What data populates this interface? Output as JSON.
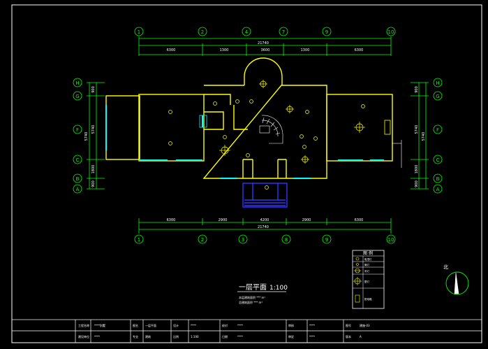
{
  "colors": {
    "background": "#000000",
    "frame": "#ffffff",
    "dimension": "#00ff00",
    "wall": "#ffff00",
    "window": "#00ffff",
    "grid_bubble": "#00ff00",
    "fixture": "#ffff00",
    "steps": "#3333ff"
  },
  "grid": {
    "top": [
      "1",
      "2",
      "4",
      "7",
      "9",
      "10"
    ],
    "bottom": [
      "1",
      "2",
      "3",
      "8",
      "9",
      "10"
    ],
    "left": [
      "H",
      "G",
      "F",
      "C",
      "B",
      "A"
    ],
    "right": [
      "H",
      "G",
      "F",
      "C",
      "B",
      "A"
    ]
  },
  "dimensions": {
    "top_total": "21740",
    "top_segments": [
      "6300",
      "1300",
      "3600",
      "1300",
      "6300"
    ],
    "bottom_total": "21740",
    "bottom_segments": [
      "6300",
      "2900",
      "4200",
      "2900",
      "6300"
    ],
    "left_total": "5740",
    "left_segments": [
      "900",
      "5740",
      "1800",
      "900"
    ],
    "right_total": "5740",
    "right_segments": [
      "900",
      "5740",
      "1800",
      "900"
    ]
  },
  "title": {
    "name": "一层平面",
    "scale": "1:100"
  },
  "title_notes": [
    "本层建筑面积     *** m²",
    "总建筑面积     *** m²"
  ],
  "legend": {
    "title": "图 例",
    "items": [
      "吸顶灯",
      "筒灯",
      "吊灯",
      "壁灯",
      "配电箱"
    ]
  },
  "north": {
    "label": "北"
  },
  "title_block": {
    "row1": [
      "工程名称",
      "****别墅",
      "图名",
      "一层平面",
      "设计",
      "****",
      "校对",
      "****",
      "审核",
      "****",
      "图号",
      "建施-03"
    ],
    "row2": [
      "建设单位",
      "****",
      "专业",
      "建筑",
      "比例",
      "1:100",
      "日期",
      "****",
      "审定",
      "****",
      "版本",
      "A"
    ]
  }
}
